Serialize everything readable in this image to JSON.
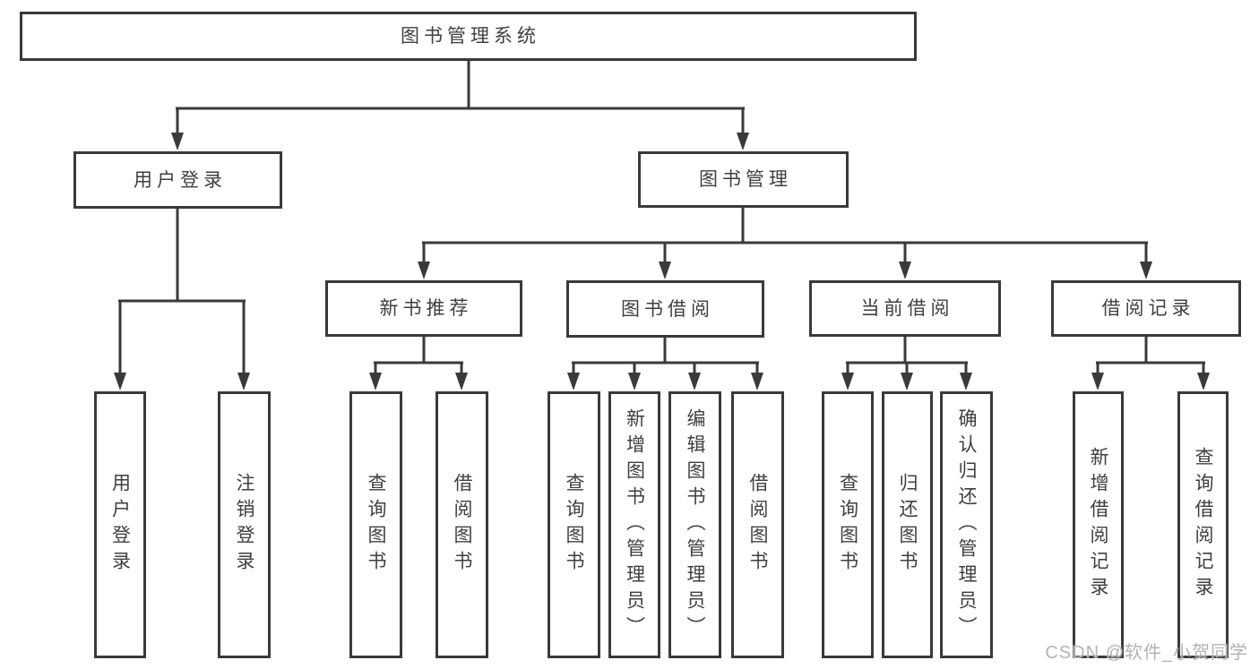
{
  "diagram": {
    "title": "图书管理系统",
    "colors": {
      "line": "#3a3a3a",
      "text": "#3f3f3f",
      "watermark": "#b3b3b3",
      "background": "#ffffff"
    },
    "nodes": {
      "root": "图书管理系统",
      "user-login": "用户登录",
      "book-management": "图书管理",
      "new-book-recommend": "新书推荐",
      "book-borrowing": "图书借阅",
      "current-borrowing": "当前借阅",
      "borrowing-records": "借阅记录",
      "leaf-user-login": "用户登录",
      "leaf-logout": "注销登录",
      "leaf-query-books-1": "查询图书",
      "leaf-borrow-books-1": "借阅图书",
      "leaf-query-books-2": "查询图书",
      "leaf-add-book-admin": "新增图书（管理员）",
      "leaf-edit-book-admin": "编辑图书（管理员）",
      "leaf-borrow-books-2": "借阅图书",
      "leaf-query-books-3": "查询图书",
      "leaf-return-book": "归还图书",
      "leaf-confirm-return-admin": "确认归还（管理员）",
      "leaf-add-borrow-record": "新增借阅记录",
      "leaf-query-borrow-record": "查询借阅记录"
    },
    "edges": [
      {
        "from": "root",
        "to": [
          "user-login",
          "book-management"
        ]
      },
      {
        "from": "user-login",
        "to": [
          "leaf-user-login",
          "leaf-logout"
        ]
      },
      {
        "from": "book-management",
        "to": [
          "new-book-recommend",
          "book-borrowing",
          "current-borrowing",
          "borrowing-records"
        ]
      },
      {
        "from": "new-book-recommend",
        "to": [
          "leaf-query-books-1",
          "leaf-borrow-books-1"
        ]
      },
      {
        "from": "book-borrowing",
        "to": [
          "leaf-query-books-2",
          "leaf-add-book-admin",
          "leaf-edit-book-admin",
          "leaf-borrow-books-2"
        ]
      },
      {
        "from": "current-borrowing",
        "to": [
          "leaf-query-books-3",
          "leaf-return-book",
          "leaf-confirm-return-admin"
        ]
      },
      {
        "from": "borrowing-records",
        "to": [
          "leaf-add-borrow-record",
          "leaf-query-borrow-record"
        ]
      }
    ]
  },
  "watermark": {
    "text": "CSDN @软件_小贺同学"
  }
}
